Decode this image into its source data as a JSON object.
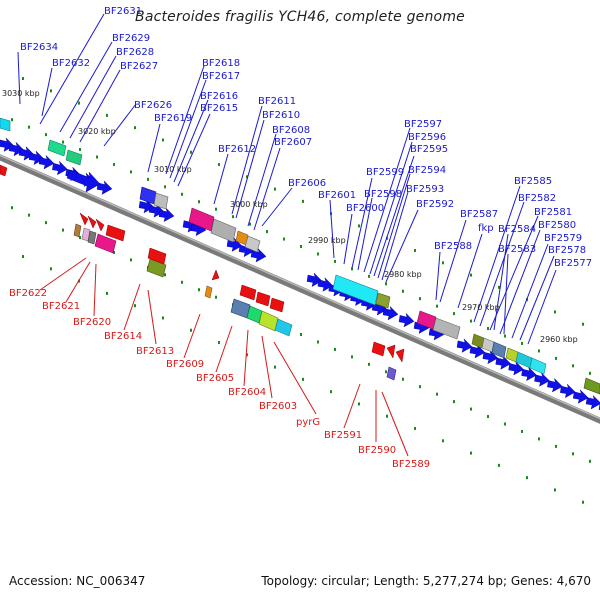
{
  "title": "Bacteroides fragilis YCH46, complete genome",
  "footer": {
    "accession": "Accession: NC_006347",
    "summary": "Topology: circular; Length: 5,277,274 bp; Genes: 4,670"
  },
  "colors": {
    "forward_label": "#1a1ad0",
    "reverse_label": "#d41a1a",
    "strand": "#8c8c8c",
    "tick": "#1a8a1a",
    "arrow_blue": "#1010e8",
    "arrow_red": "#e81010"
  },
  "scale_ticks": [
    "3030 kbp",
    "3020 kbp",
    "3010 kbp",
    "3000 kbp",
    "2990 kbp",
    "2980 kbp",
    "2970 kbp",
    "2960 kbp"
  ],
  "forward_genes": [
    "BF2631",
    "BF2634",
    "BF2632",
    "BF2629",
    "BF2628",
    "BF2627",
    "BF2618",
    "BF2617",
    "BF2616",
    "BF2615",
    "BF2626",
    "BF2619",
    "BF2611",
    "BF2610",
    "BF2608",
    "BF2607",
    "BF2612",
    "BF2606",
    "BF2601",
    "BF2600",
    "BF2599",
    "BF2598",
    "BF2597",
    "BF2596",
    "BF2595",
    "BF2594",
    "BF2593",
    "BF2592",
    "BF2588",
    "BF2587",
    "fkp",
    "BF2585",
    "BF2582",
    "BF2581",
    "BF2584",
    "BF2580",
    "BF2583",
    "BF2579",
    "BF2578",
    "BF2577"
  ],
  "reverse_genes": [
    "BF2622",
    "BF2621",
    "BF2620",
    "BF2614",
    "BF2613",
    "BF2609",
    "BF2605",
    "BF2604",
    "BF2603",
    "pyrG",
    "BF2591",
    "BF2590",
    "BF2589"
  ]
}
